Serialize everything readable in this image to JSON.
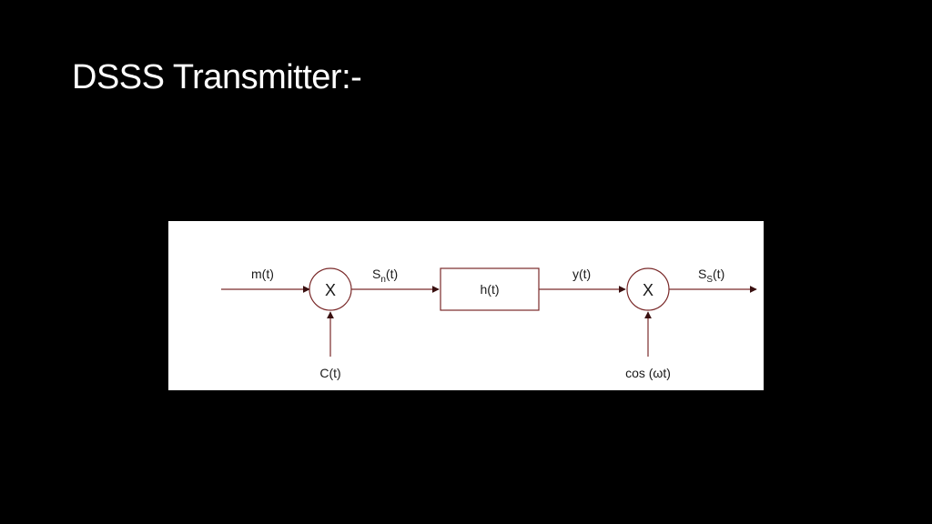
{
  "slide": {
    "title": "DSSS Transmitter:-",
    "background_color": "#000000",
    "title_color": "#ffffff"
  },
  "diagram": {
    "line_color": "#7a2a2a",
    "text_color": "#1a1a1a",
    "input_signal": "m(t)",
    "mixer1_symbol": "X",
    "spread_signal_base": "S",
    "spread_signal_sub": "n",
    "spread_signal_tail": "(t)",
    "chip_code": "C(t)",
    "filter_label": "h(t)",
    "filter_output": "y(t)",
    "mixer2_symbol": "X",
    "carrier": "cos (ωt)",
    "output_signal_base": "S",
    "output_signal_sub": "S",
    "output_signal_tail": "(t)"
  }
}
